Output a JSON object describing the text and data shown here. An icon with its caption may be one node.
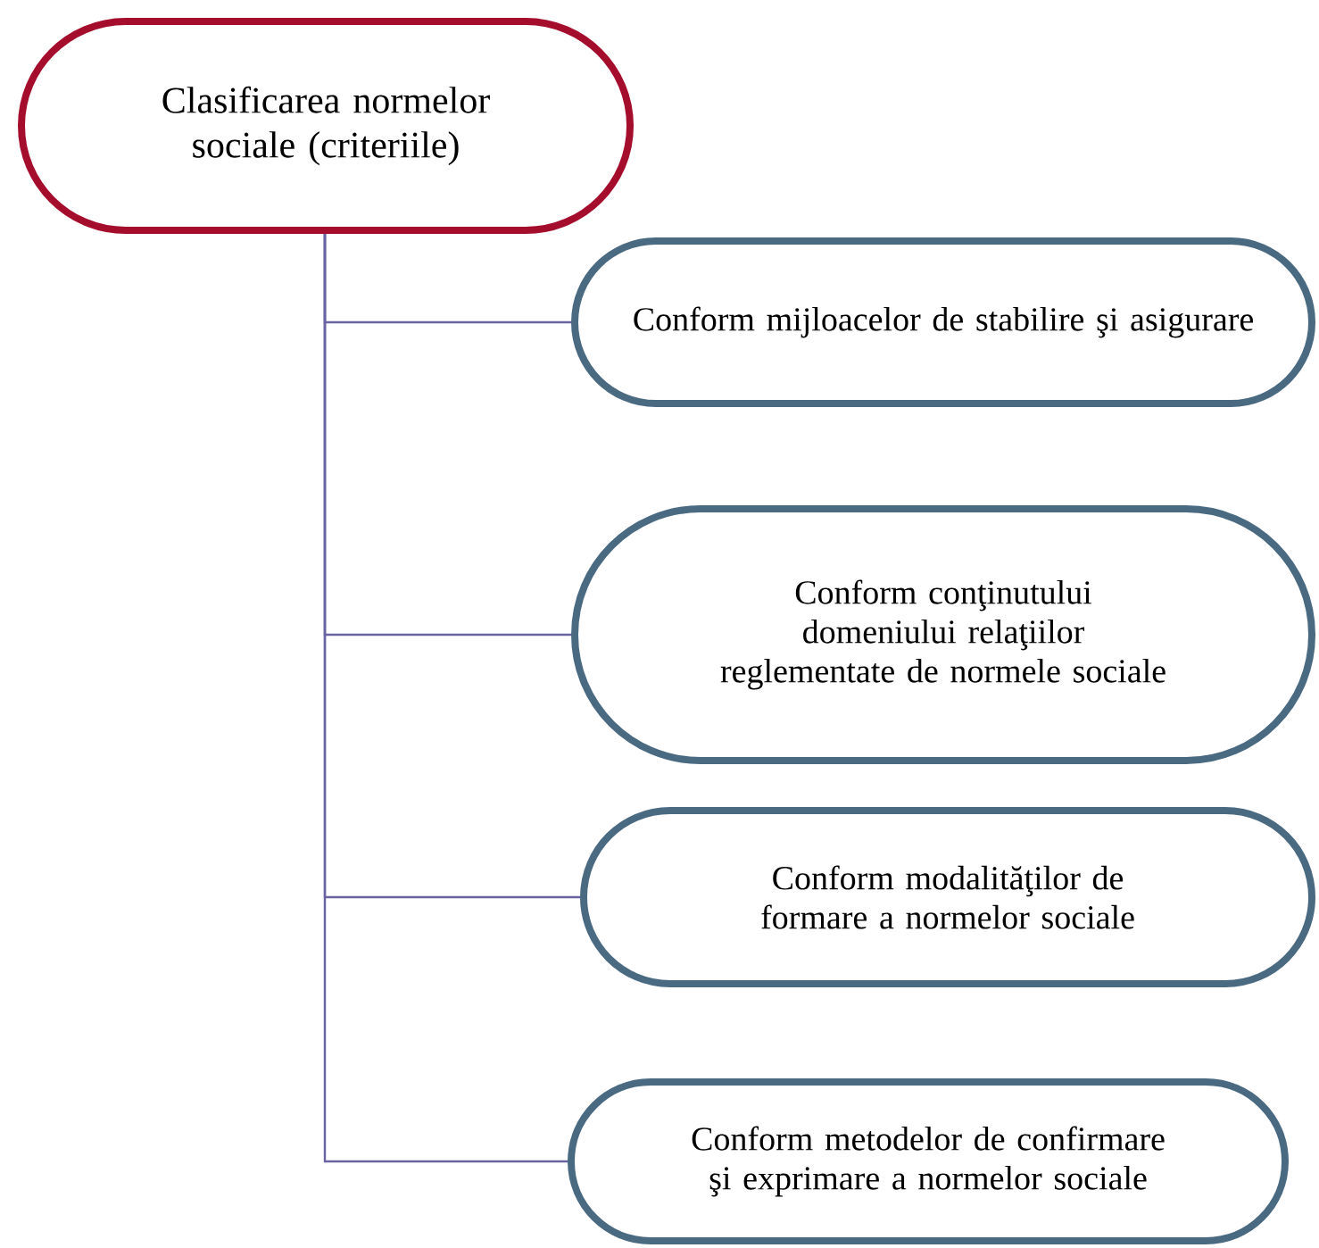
{
  "diagram": {
    "nodes": [
      {
        "text": [
          "Clasificarea normelor sociale (criteriile)"
        ]
      },
      {
        "text": [
          "Conform mijloacelor de stabilire şi asigurare"
        ]
      },
      {
        "text": [
          "Conform conţinutului domeniului relaţiilor reglementate de  normele sociale"
        ]
      },
      {
        "text": [
          "Conform modalităţilor de formare a normelor sociale"
        ]
      },
      {
        "text": [
          "Conform metodelor de confirmare şi exprimare a normelor sociale"
        ]
      }
    ],
    "edges": [
      {
        "from": 0,
        "to": 1,
        "arrow": "none"
      },
      {
        "from": 0,
        "to": 2,
        "arrow": "none"
      },
      {
        "from": 0,
        "to": 3,
        "arrow": "none"
      },
      {
        "from": 0,
        "to": 4,
        "arrow": "none"
      }
    ]
  }
}
